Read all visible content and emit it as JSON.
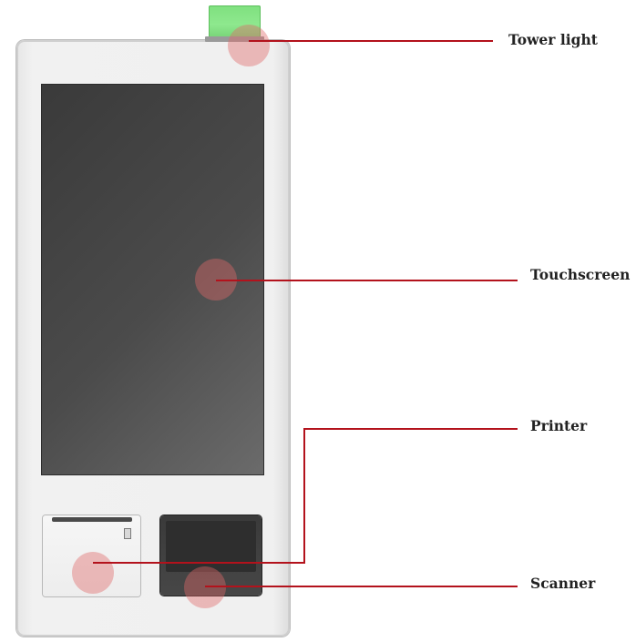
{
  "callouts": {
    "tower_light": "Tower light",
    "touchscreen": "Touchscreen",
    "printer": "Printer",
    "scanner": "Scanner"
  },
  "colors": {
    "leader_line": "#b3121c",
    "hotspot": "#e16969",
    "tower_light": "#8ee88e",
    "screen": "#4b4b4b",
    "scanner": "#3a3a3a"
  }
}
